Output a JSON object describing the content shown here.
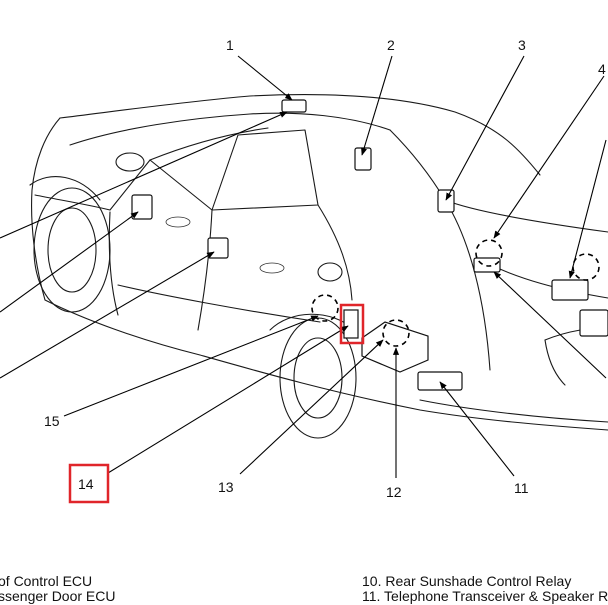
{
  "callouts": [
    "1",
    "2",
    "3",
    "4",
    "15",
    "14",
    "13",
    "12",
    "11"
  ],
  "legend_left": [
    "of Control ECU",
    "ssenger Door ECU"
  ],
  "legend_right": [
    "10. Rear Sunshade Control Relay",
    "11. Telephone Transceiver & Speaker R"
  ],
  "colors": {
    "highlight": "#e0252a",
    "line": "#000000"
  }
}
